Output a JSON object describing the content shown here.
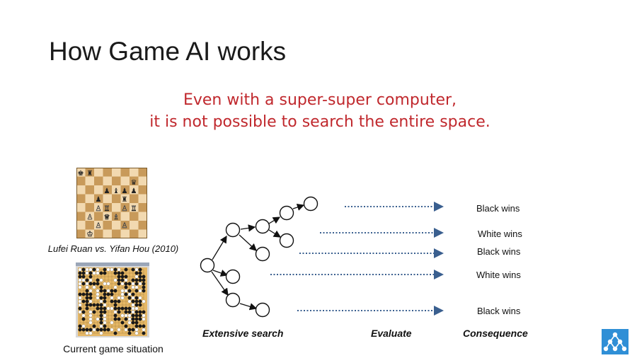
{
  "slide": {
    "title": "How Game AI works",
    "subtitle_lines": [
      "Even with a super-super computer,",
      "it is not possible to search the entire space."
    ]
  },
  "left": {
    "chess_caption": "Lufei Ruan vs. Yifan Hou (2010)",
    "go_caption": "Current game situation"
  },
  "outcomes": [
    "Black wins",
    "White wins",
    "Black wins",
    "White wins",
    "Black wins"
  ],
  "columns": {
    "search": "Extensive search",
    "evaluate": "Evaluate",
    "consequence": "Consequence"
  },
  "colors": {
    "title": "#1a1a1a",
    "subtitle": "#c0282d",
    "dotted_arrow": "#3a5f8f",
    "logo": "#2f8fd6",
    "board_light": "#f2d9b0",
    "board_dark": "#c89a5a",
    "go_board": "#e6b866"
  }
}
